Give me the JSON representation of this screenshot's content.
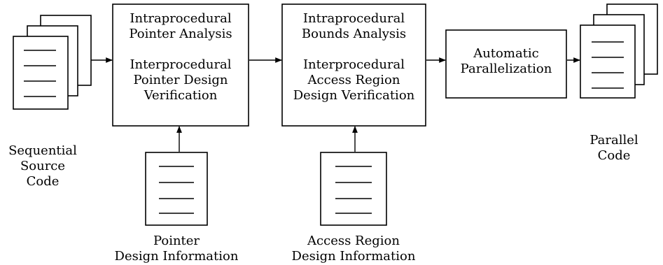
{
  "stages": {
    "pointer": {
      "lines": [
        "Intraprocedural",
        "Pointer Analysis",
        "",
        "Interprocedural",
        "Pointer Design",
        "Verification"
      ]
    },
    "bounds": {
      "lines": [
        "Intraprocedural",
        "Bounds Analysis",
        "",
        "Interprocedural",
        "Access Region",
        "Design Verification"
      ]
    },
    "parallelization": {
      "lines": [
        "Automatic",
        "Parallelization"
      ]
    }
  },
  "documents": {
    "sequential_source": {
      "lines": [
        "Sequential",
        "Source",
        "Code"
      ]
    },
    "parallel_code": {
      "lines": [
        "Parallel",
        "Code"
      ]
    },
    "pointer_design_info": {
      "lines": [
        "Pointer",
        "Design Information"
      ]
    },
    "access_region_design_info": {
      "lines": [
        "Access Region",
        "Design Information"
      ]
    }
  }
}
